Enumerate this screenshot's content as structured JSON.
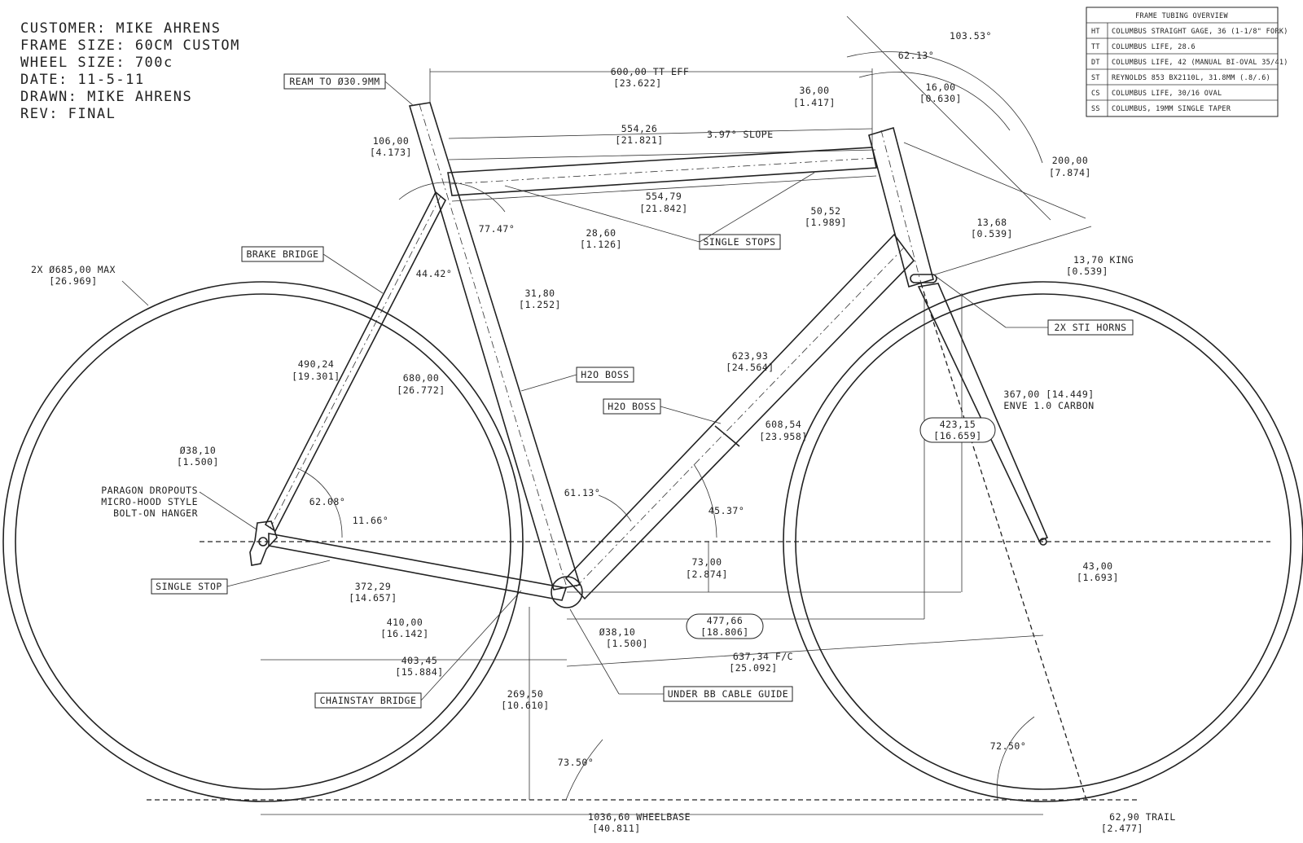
{
  "title_block": [
    "CUSTOMER: MIKE AHRENS",
    "FRAME SIZE: 60CM CUSTOM",
    "WHEEL SIZE: 700c",
    "DATE: 11-5-11",
    "DRAWN: MIKE AHRENS",
    "REV: FINAL"
  ],
  "tubing_table": {
    "title": "FRAME TUBING OVERVIEW",
    "rows": [
      {
        "code": "HT",
        "spec": "COLUMBUS STRAIGHT GAGE, 36 (1-1/8\" FORK)"
      },
      {
        "code": "TT",
        "spec": "COLUMBUS LIFE, 28.6"
      },
      {
        "code": "DT",
        "spec": "COLUMBUS LIFE, 42 (MANUAL BI-OVAL 35/41)"
      },
      {
        "code": "ST",
        "spec": "REYNOLDS 853 BX2110L, 31.8MM (.8/.6)"
      },
      {
        "code": "CS",
        "spec": "COLUMBUS LIFE, 30/16 OVAL"
      },
      {
        "code": "SS",
        "spec": "COLUMBUS, 19MM SINGLE TAPER"
      }
    ]
  },
  "callouts": {
    "ream": "REAM TO Ø30.9MM",
    "brake_bridge": "BRAKE BRIDGE",
    "single_stops": "SINGLE STOPS",
    "h2o_boss_1": "H2O BOSS",
    "h2o_boss_2": "H2O BOSS",
    "sti_horns": "2X STI HORNS",
    "single_stop": "SINGLE STOP",
    "chainstay_bridge": "CHAINSTAY BRIDGE",
    "under_bb": "UNDER BB CABLE GUIDE",
    "dropouts": [
      "PARAGON DROPOUTS",
      "MICRO-HOOD STYLE",
      "BOLT-ON HANGER"
    ],
    "fork": [
      "367,00 [14.449]",
      "ENVE 1.0 CARBON"
    ],
    "king": "13,70  KING"
  },
  "dimensions": {
    "tt_eff": [
      "600,00  TT EFF",
      "[23.622]"
    ],
    "ht_top": [
      "36,00",
      "[1.417]"
    ],
    "ht_stack": [
      "16,00",
      "[0.630]"
    ],
    "head_angle_top": "103.53°",
    "head_angle_2": "62.13°",
    "tt_top": [
      "554,26",
      "[21.821]"
    ],
    "slope": "3.97° SLOPE",
    "tt_bottom": [
      "554,79",
      "[21.842]"
    ],
    "st_ext": [
      "106,00",
      "[4.173]"
    ],
    "st_tt_angle": "77.47°",
    "tt_dia": [
      "28,60",
      "[1.126]"
    ],
    "ht_len": [
      "200,00",
      "[7.874]"
    ],
    "ht_offset": [
      "50,52",
      "[1.989]"
    ],
    "headset_top": [
      "13,68",
      "[0.539]"
    ],
    "headset_bot": "[0.539]",
    "fork_od": [
      "2X Ø685,00  MAX",
      "[26.969]"
    ],
    "ss_st_angle": "44.42°",
    "st_dia": [
      "31,80",
      "[1.252]"
    ],
    "dt_len": [
      "623,93",
      "[24.564]"
    ],
    "ss_len": [
      "490,24",
      "[19.301]"
    ],
    "st_len": [
      "680,00",
      "[26.772]"
    ],
    "dropout_dia": [
      "Ø38,10",
      "[1.500]"
    ],
    "ss_cs_angle": "62.08°",
    "cs_angle": "11.66°",
    "dt_len_2": [
      "608,54",
      "[23.958]"
    ],
    "stack": [
      "423,15",
      "[16.659]"
    ],
    "dt_st_angle": "61.13°",
    "dt_angle": "45.37°",
    "cs_len": [
      "372,29",
      "[14.657]"
    ],
    "bb_drop": [
      "73,00",
      "[2.874]"
    ],
    "offset": [
      "43,00",
      "[1.693]"
    ],
    "cs_eff": [
      "410,00",
      "[16.142]"
    ],
    "bb_dia": [
      "Ø38,10",
      "[1.500]"
    ],
    "reach": [
      "477,66",
      "[18.806]"
    ],
    "rear_center": [
      "403,45",
      "[15.884]"
    ],
    "front_center": [
      "637,34  F/C",
      "[25.092]"
    ],
    "bb_height": [
      "269,50",
      "[10.610]"
    ],
    "seat_angle": "73.50°",
    "head_angle": "72.50°",
    "wheelbase": [
      "1036,60  WHEELBASE",
      "[40.811]"
    ],
    "trail": [
      "62,90  TRAIL",
      "[2.477]"
    ]
  }
}
